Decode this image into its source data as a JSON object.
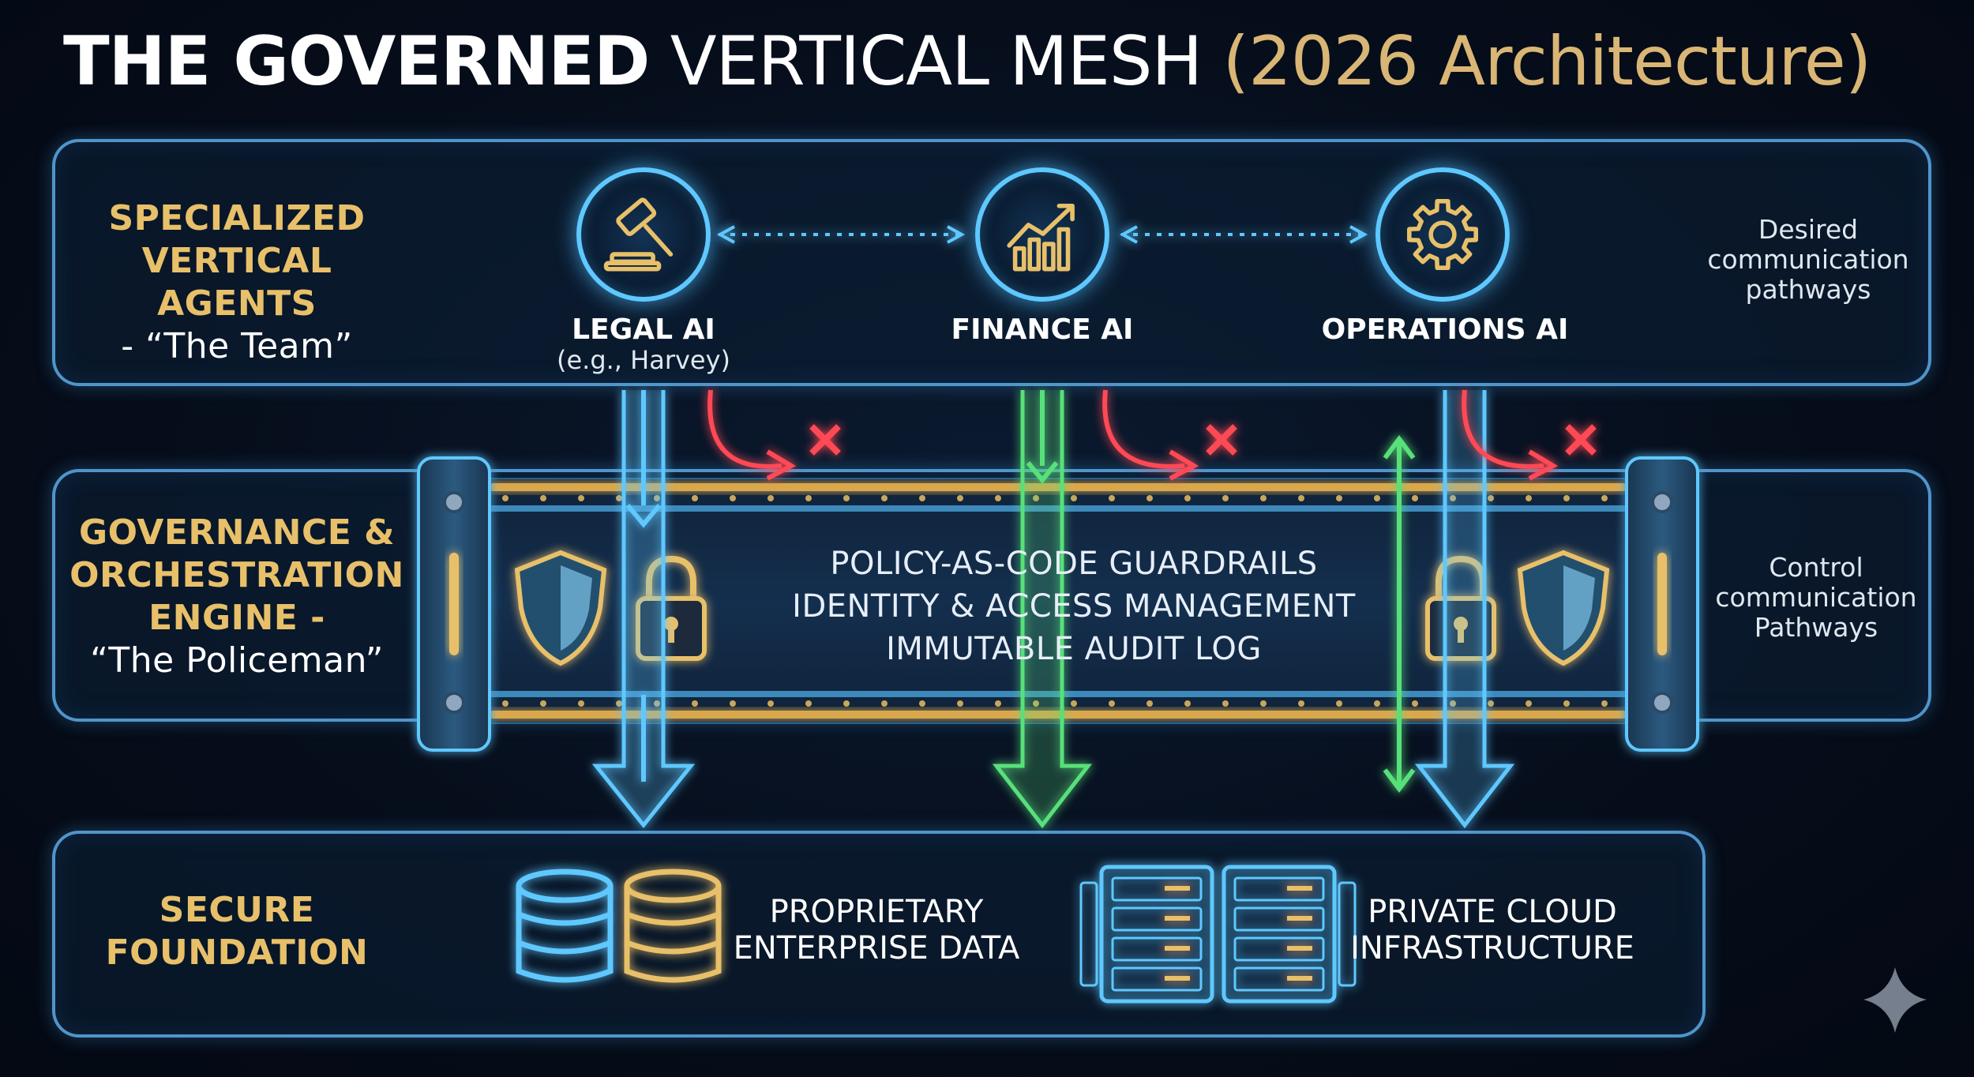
{
  "title": {
    "part1": "THE GOVERNED",
    "part2": " VERTICAL MESH ",
    "part3": "(2026 Architecture)"
  },
  "layers": {
    "agents": {
      "label_line1": "SPECIALIZED",
      "label_line2": "VERTICAL AGENTS",
      "label_line3": "- “The Team”",
      "side_note": "Desired\ncommunication\npathways",
      "agents": [
        {
          "name": "LEGAL AI",
          "sub": "(e.g., Harvey)",
          "icon": "gavel-icon"
        },
        {
          "name": "FINANCE AI",
          "sub": "",
          "icon": "growth-chart-icon"
        },
        {
          "name": "OPERATIONS AI",
          "sub": "",
          "icon": "gear-icon"
        }
      ]
    },
    "governance": {
      "label_line1": "GOVERNANCE &",
      "label_line2": "ORCHESTRATION",
      "label_line3": "ENGINE -",
      "label_line4": "“The Policeman”",
      "side_note": "Control\ncommunication\nPathways",
      "policies": [
        "POLICY-AS-CODE GUARDRAILS",
        "IDENTITY & ACCESS MANAGEMENT",
        "IMMUTABLE AUDIT LOG"
      ]
    },
    "foundation": {
      "label_line1": "SECURE",
      "label_line2": "FOUNDATION",
      "data_line1": "PROPRIETARY",
      "data_line2": "ENTERPRISE DATA",
      "cloud_line1": "PRIVATE CLOUD",
      "cloud_line2": "INFRASTRUCTURE"
    }
  },
  "colors": {
    "accent_blue": "#5ec8ff",
    "gold": "#e8c06a",
    "allowed_green": "#58e07a",
    "blocked_red": "#ff4a55"
  }
}
